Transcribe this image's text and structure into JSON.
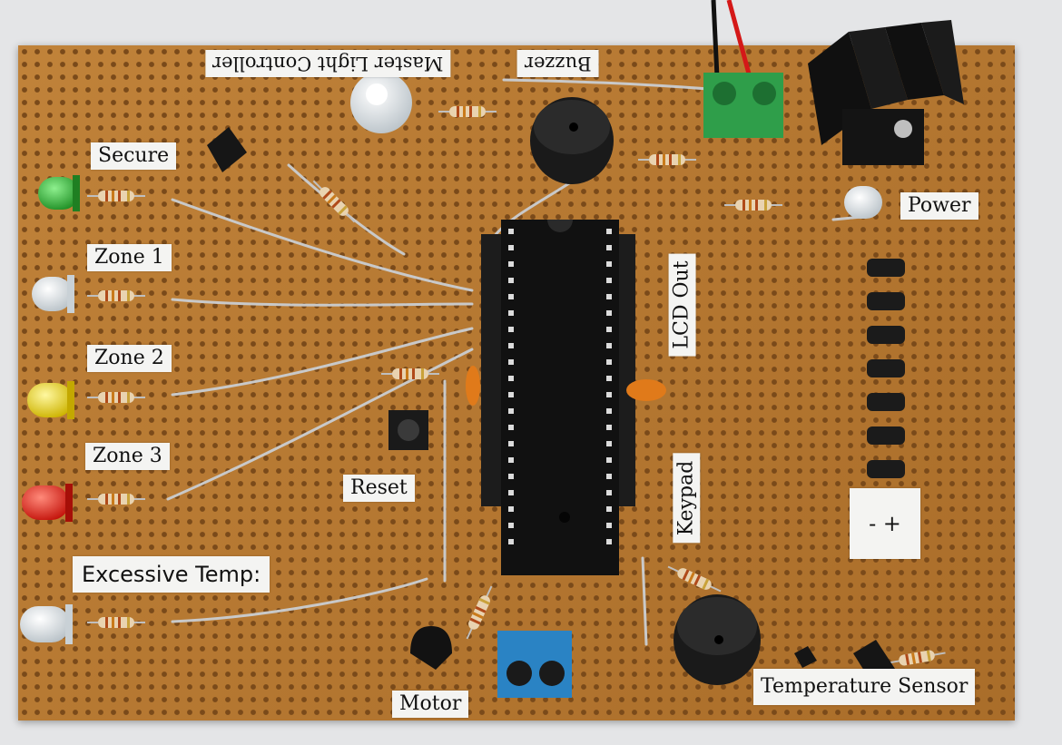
{
  "labels": {
    "master_light": "Master Light Controller",
    "buzzer": "Buzzer",
    "power": "Power",
    "secure": "Secure",
    "zone1": "Zone 1",
    "zone2": "Zone 2",
    "zone3": "Zone 3",
    "lcd_out": "LCD Out",
    "reset": "Reset",
    "keypad": "Keypad",
    "polarity": "-  +",
    "excessive_temp": "Excessive Temp:",
    "motor": "Motor",
    "temperature_sensor": "Temperature Sensor"
  },
  "colors": {
    "board": "#b9782f",
    "led_green": "#2fae2f",
    "led_yellow": "#e8d21e",
    "led_red": "#e0231b",
    "led_clear": "#e8eef0",
    "terminal_green": "#2f9e4a",
    "terminal_blue": "#2a83c4"
  }
}
